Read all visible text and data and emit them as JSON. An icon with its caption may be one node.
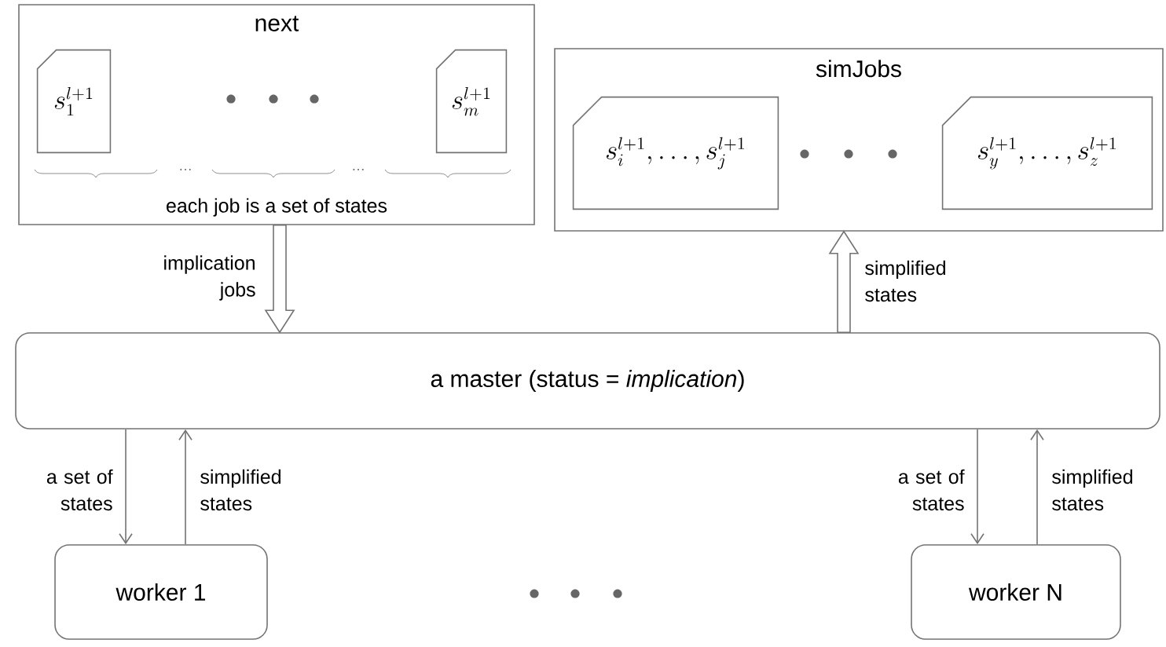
{
  "diagram": {
    "nodes": [
      {
        "text": [
          "next",
          "each job is a set of states"
        ]
      },
      {
        "text": [
          "s_1^{l+1}"
        ],
        "in": 0
      },
      {
        "text": [
          "s_m^{l+1}"
        ],
        "in": 0
      },
      {
        "text": [
          "simJobs"
        ]
      },
      {
        "text": [
          "s_i^{l+1}, \\dots, s_j^{l+1}"
        ],
        "in": 3
      },
      {
        "text": [
          "s_y^{l+1}, \\dots, s_z^{l+1}"
        ],
        "in": 3
      },
      {
        "text": [
          "a master (status = *implication*)"
        ]
      },
      {
        "text": [
          "worker 1"
        ]
      },
      {
        "text": [
          "worker N"
        ]
      }
    ],
    "edges": [
      {
        "from": 0,
        "to": 6,
        "arrow": "to",
        "label": "implication jobs",
        "style": "thick"
      },
      {
        "from": 6,
        "to": 3,
        "arrow": "to",
        "label": "simplified states",
        "style": "thick"
      },
      {
        "from": 6,
        "to": 7,
        "arrow": "to",
        "label": "a set of states"
      },
      {
        "from": 7,
        "to": 6,
        "arrow": "to",
        "label": "simplified states"
      },
      {
        "from": 6,
        "to": 8,
        "arrow": "to",
        "label": "a set of states"
      },
      {
        "from": 8,
        "to": 6,
        "arrow": "to",
        "label": "simplified states"
      }
    ],
    "labels": [
      "…",
      "…"
    ]
  }
}
